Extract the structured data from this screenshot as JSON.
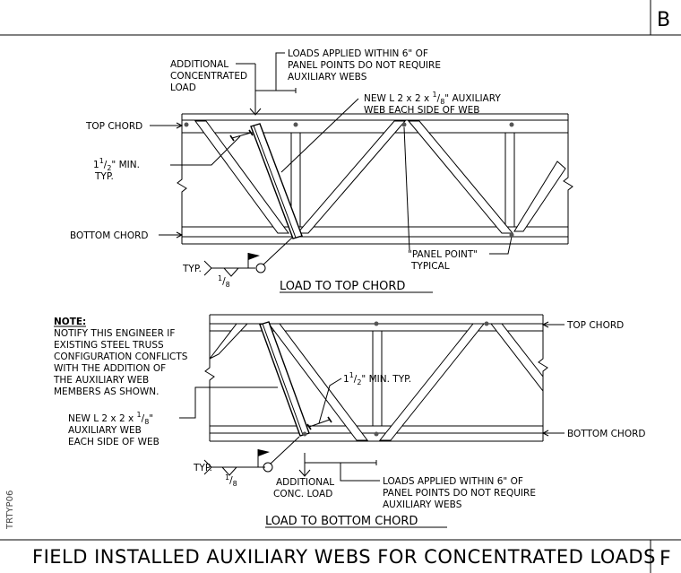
{
  "sheet": {
    "corner_top": "B",
    "corner_bottom": "F",
    "side_code": "TRTYP06",
    "footer_title": "FIELD INSTALLED AUXILIARY WEBS FOR CONCENTRATED LOADS"
  },
  "detail_top": {
    "title": "LOAD TO TOP CHORD",
    "additional_load": [
      "ADDITIONAL",
      "CONCENTRATED",
      "LOAD"
    ],
    "loads_note": [
      "LOADS APPLIED WITHIN 6\" OF",
      "PANEL POINTS DO NOT REQUIRE",
      "AUXILIARY WEBS"
    ],
    "new_web": {
      "line1_a": "NEW L 2 x 2 x ",
      "frac_num": "1",
      "frac_den": "8",
      "line1_b": "\" AUXILIARY",
      "line2": "WEB EACH SIDE OF WEB"
    },
    "top_chord": "TOP CHORD",
    "bottom_chord": "BOTTOM CHORD",
    "min_dim": {
      "whole": "1",
      "num": "1",
      "den": "2",
      "rest": "\" MIN.",
      "line2": "TYP."
    },
    "panel_point": [
      "\"PANEL POINT\"",
      "TYPICAL"
    ],
    "weld": {
      "typ": "TYP.",
      "size_num": "1",
      "size_den": "8"
    }
  },
  "detail_bottom": {
    "title": "LOAD TO BOTTOM CHORD",
    "note_heading": "NOTE:",
    "note_lines": [
      "NOTIFY THIS ENGINEER IF",
      "EXISTING STEEL TRUSS",
      "CONFIGURATION CONFLICTS",
      "WITH THE ADDITION OF",
      "THE AUXILIARY WEB",
      "MEMBERS AS SHOWN."
    ],
    "top_chord": "TOP CHORD",
    "bottom_chord": "BOTTOM CHORD",
    "min_dim": {
      "whole": "1",
      "num": "1",
      "den": "2",
      "rest": "\" MIN. TYP."
    },
    "new_web": {
      "line1_a": "NEW L 2 x 2 x ",
      "frac_num": "1",
      "frac_den": "8",
      "line1_b": "\"",
      "line2": "AUXILIARY WEB",
      "line3": "EACH SIDE OF WEB"
    },
    "additional_load": [
      "ADDITIONAL",
      "CONC. LOAD"
    ],
    "loads_note": [
      "LOADS APPLIED WITHIN 6\" OF",
      "PANEL POINTS DO NOT REQUIRE",
      "AUXILIARY WEBS"
    ],
    "weld": {
      "typ": "TYP.",
      "size_num": "1",
      "size_den": "8"
    }
  }
}
